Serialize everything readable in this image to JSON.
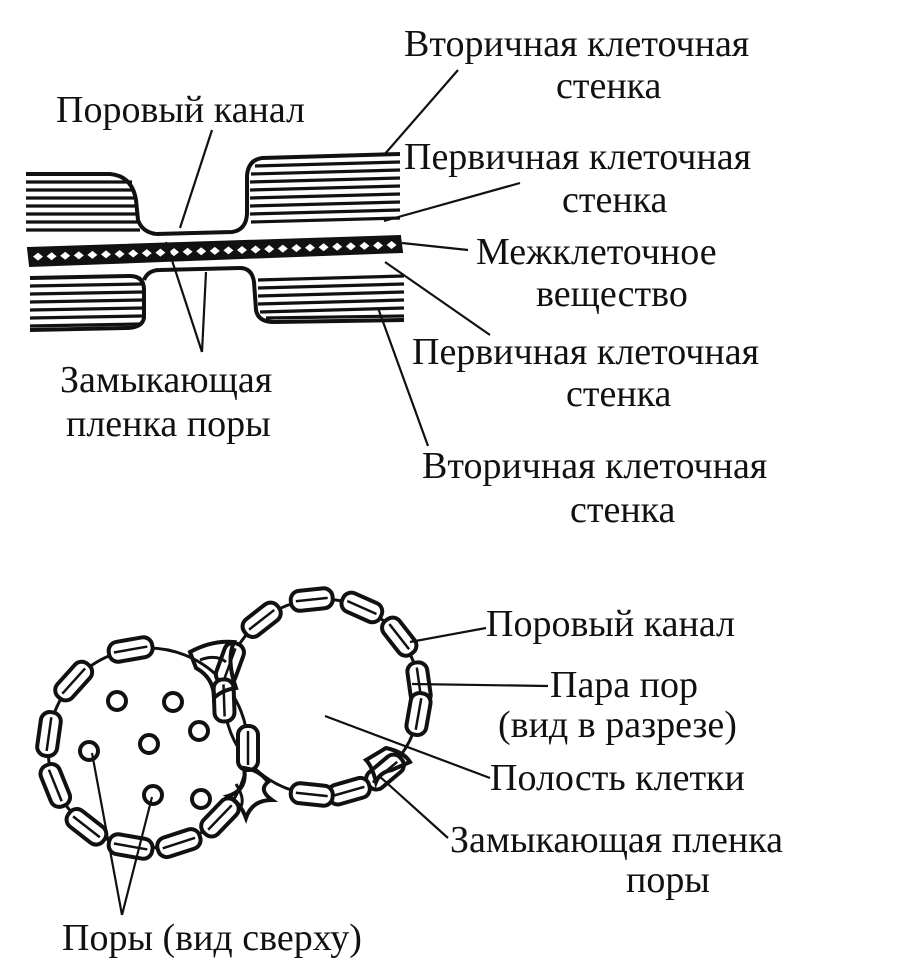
{
  "colors": {
    "ink": "#111111",
    "background": "#ffffff"
  },
  "figure_top": {
    "title": "Bordered pore pair (longitudinal section)",
    "labels": {
      "pore_channel": "Поровый канал",
      "secondary_wall_upper": [
        "Вторичная клеточная",
        "стенка"
      ],
      "primary_wall_upper": [
        "Первичная клеточная",
        "стенка"
      ],
      "middle_lamella": [
        "Межклеточное",
        "вещество"
      ],
      "primary_wall_lower": [
        "Первичная клеточная",
        "стенка"
      ],
      "secondary_wall_lower": [
        "Вторичная клеточная",
        "стенка"
      ],
      "pit_membrane": [
        "Замыкающая",
        "пленка поры"
      ]
    }
  },
  "figure_bottom": {
    "labels": {
      "pore_channel": "Поровый канал",
      "pit_pair": [
        "Пара пор",
        "(вид в разрезе)"
      ],
      "cell_cavity": "Полость клетки",
      "pit_membrane": [
        "Замыкающая пленка",
        "поры"
      ],
      "pores_top_view": "Поры (вид сверху)"
    }
  }
}
